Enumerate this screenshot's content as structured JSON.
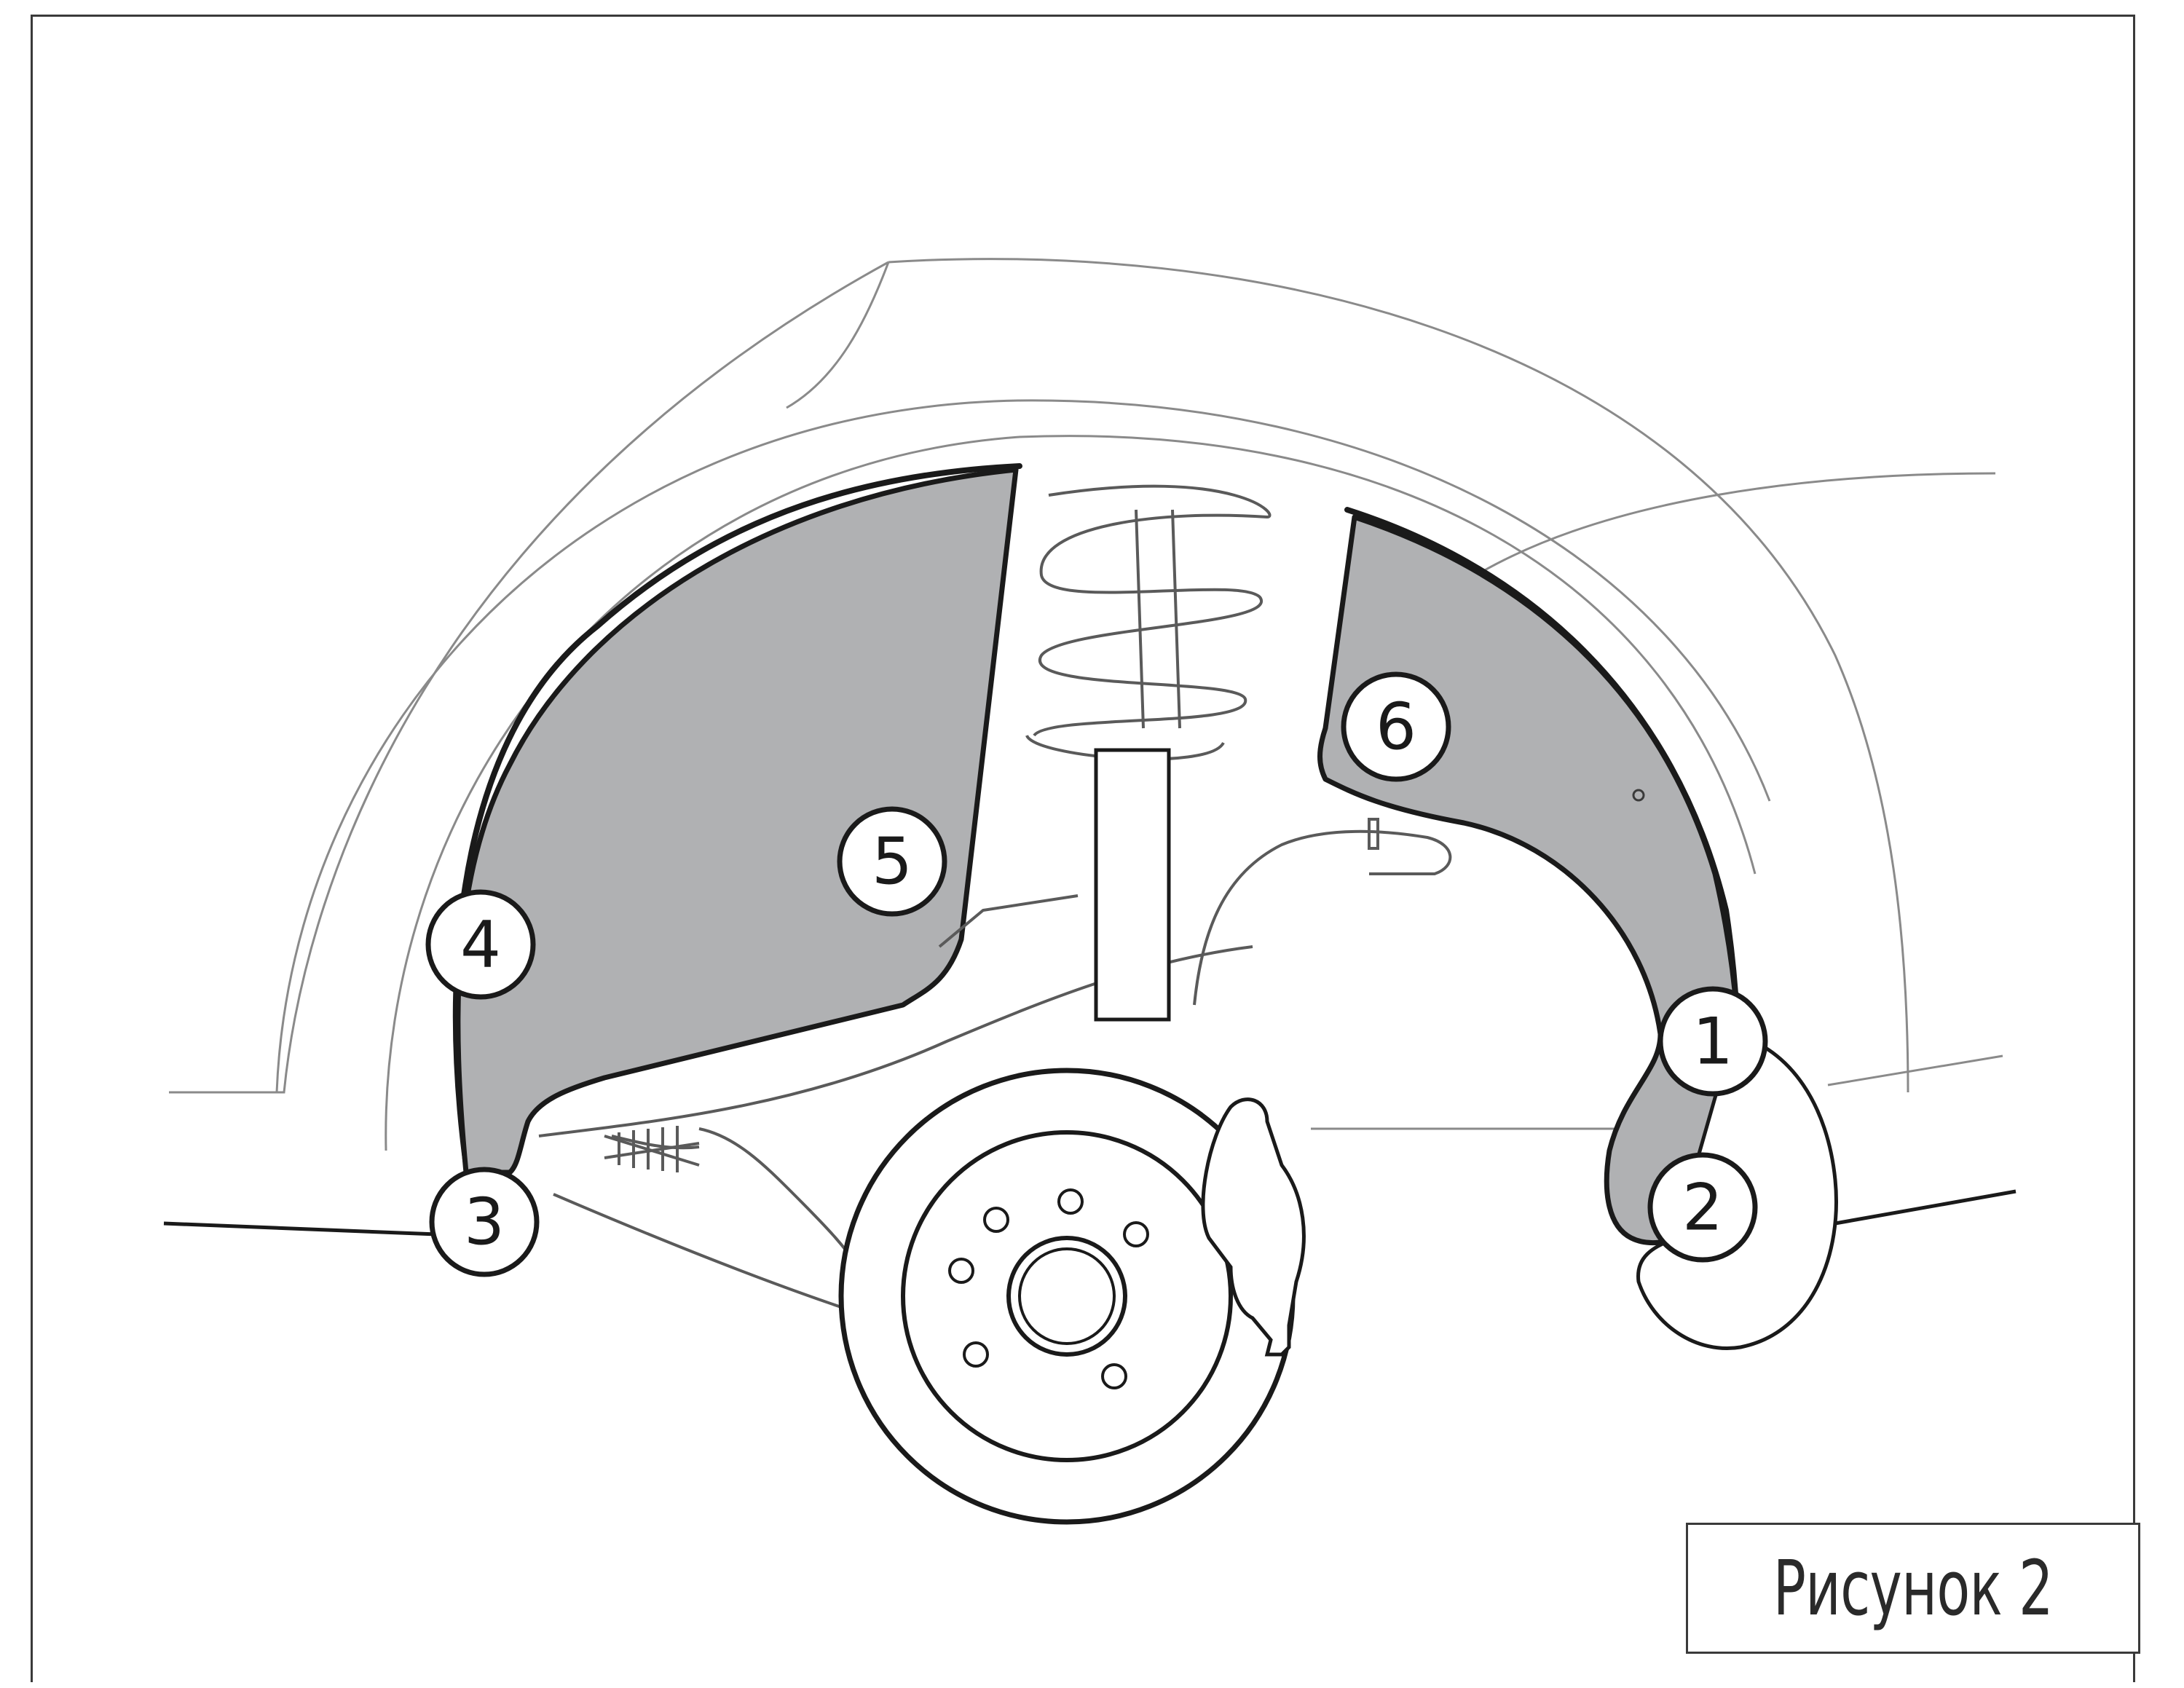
{
  "figure": {
    "caption": "Рисунок 2",
    "colors": {
      "part_fill": "#b0b1b3",
      "outline": "#1a1a1a",
      "body_lines": "#8a8a8a"
    }
  },
  "callouts": [
    {
      "id": "1",
      "label": "1"
    },
    {
      "id": "2",
      "label": "2"
    },
    {
      "id": "3",
      "label": "3"
    },
    {
      "id": "4",
      "label": "4"
    },
    {
      "id": "5",
      "label": "5"
    },
    {
      "id": "6",
      "label": "6"
    }
  ]
}
